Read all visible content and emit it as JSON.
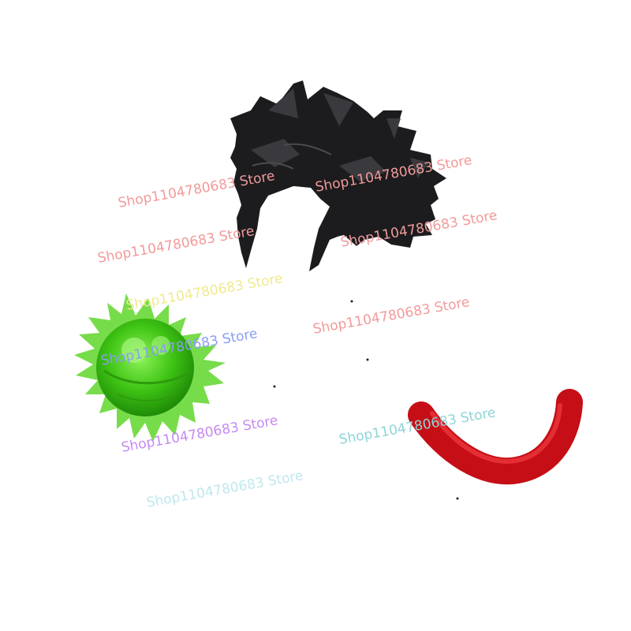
{
  "watermarks": [
    {
      "text": "Shop1104780683 Store",
      "color": "#f29a9a"
    },
    {
      "text": "Shop1104780683 Store",
      "color": "#f29a9a"
    },
    {
      "text": "Shop1104780683 Store",
      "color": "#f29a9a"
    },
    {
      "text": "Shop1104780683 Store",
      "color": "#f29a9a"
    },
    {
      "text": "Shop1104780683 Store",
      "color": "#f0ea8e"
    },
    {
      "text": "Shop1104780683 Store",
      "color": "#f29a9a"
    },
    {
      "text": "Shop1104780683 Store",
      "color": "#8a9ef0"
    },
    {
      "text": "Shop1104780683 Store",
      "color": "#c58af2"
    },
    {
      "text": "Shop1104780683 Store",
      "color": "#8fd4d6"
    },
    {
      "text": "Shop1104780683 Store",
      "color": "#bfe8ee"
    }
  ],
  "objects": [
    {
      "name": "black spiky hair piece",
      "color": "#1c1c1e"
    },
    {
      "name": "green spiky energy ball",
      "color": "#46c81a"
    },
    {
      "name": "red curved tail",
      "color": "#d8121a"
    }
  ]
}
